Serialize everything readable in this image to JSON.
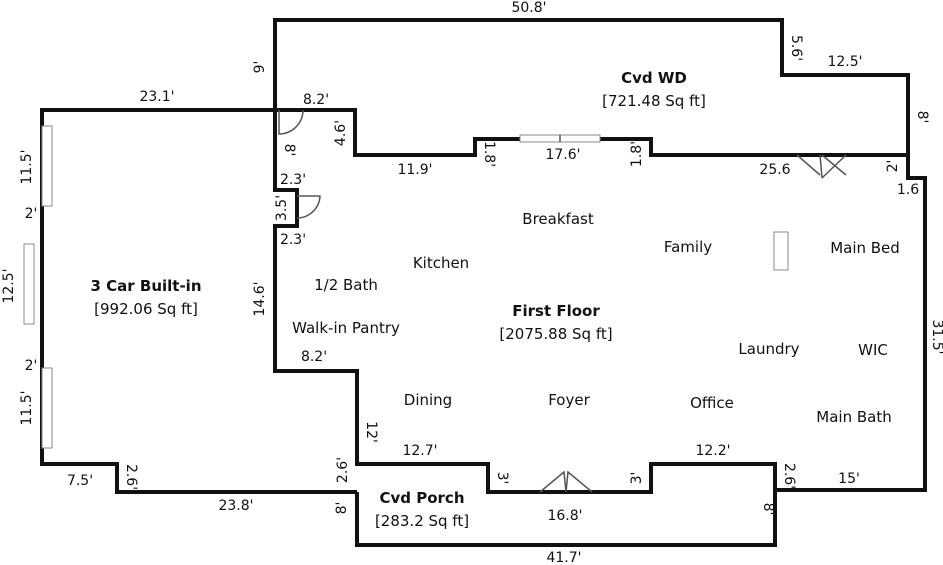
{
  "colors": {
    "wall": "#111111",
    "fixture": "#888888",
    "background": "#ffffff"
  },
  "areas": {
    "garage": {
      "name": "3 Car Built-in",
      "size": "[992.06 Sq ft]"
    },
    "first": {
      "name": "First Floor",
      "size": "[2075.88 Sq ft]"
    },
    "cvd_wd": {
      "name": "Cvd WD",
      "size": "[721.48 Sq ft]"
    },
    "porch": {
      "name": "Cvd Porch",
      "size": "[283.2 Sq ft]"
    }
  },
  "rooms": {
    "breakfast": "Breakfast",
    "family": "Family",
    "main_bed": "Main Bed",
    "kitchen": "Kitchen",
    "half_bath": "1/2 Bath",
    "pantry": "Walk-in Pantry",
    "laundry": "Laundry",
    "wic": "WIC",
    "dining": "Dining",
    "foyer": "Foyer",
    "office": "Office",
    "main_bath": "Main Bath"
  },
  "dims": {
    "top_50_8": "50.8'",
    "right_5_6": "5.6'",
    "right_12_5": "12.5'",
    "right_8_top": "8'",
    "cvd_left_9": "9'",
    "garage_top_23_1": "23.1'",
    "inner_8_2_top": "8.2'",
    "inner_4_6": "4.6'",
    "inner_8_left": "8'",
    "inner_11_9": "11.9'",
    "inner_1_8_left": "1.8'",
    "inner_17_6": "17.6'",
    "inner_1_8_right": "1.8'",
    "inner_25_6": "25.6",
    "inner_2": "2'",
    "inner_1_6": "1.6",
    "inner_2_3_top": "2.3'",
    "inner_3_5": "3.5'",
    "inner_2_3_bottom": "2.3'",
    "inner_14_6": "14.6'",
    "inner_8_2_bottom": "8.2'",
    "right_31_5": "31.5'",
    "garage_11_5_top": "11.5'",
    "garage_2_top": "2'",
    "garage_12_5": "12.5'",
    "garage_2_bottom": "2'",
    "garage_11_5_bottom": "11.5'",
    "garage_7_5": "7.5'",
    "garage_2_6": "2.6'",
    "bottom_23_8": "23.8'",
    "inner_12": "12'",
    "inner_2_6": "2.6'",
    "inner_12_7": "12.7'",
    "porch_3_left": "3'",
    "porch_3_right": "3'",
    "inner_12_2": "12.2'",
    "right_2_6": "2.6'",
    "right_15": "15'",
    "porch_8_left": "8'",
    "porch_8_right": "8'",
    "porch_16_8": "16.8'",
    "bottom_41_7": "41.7'"
  }
}
